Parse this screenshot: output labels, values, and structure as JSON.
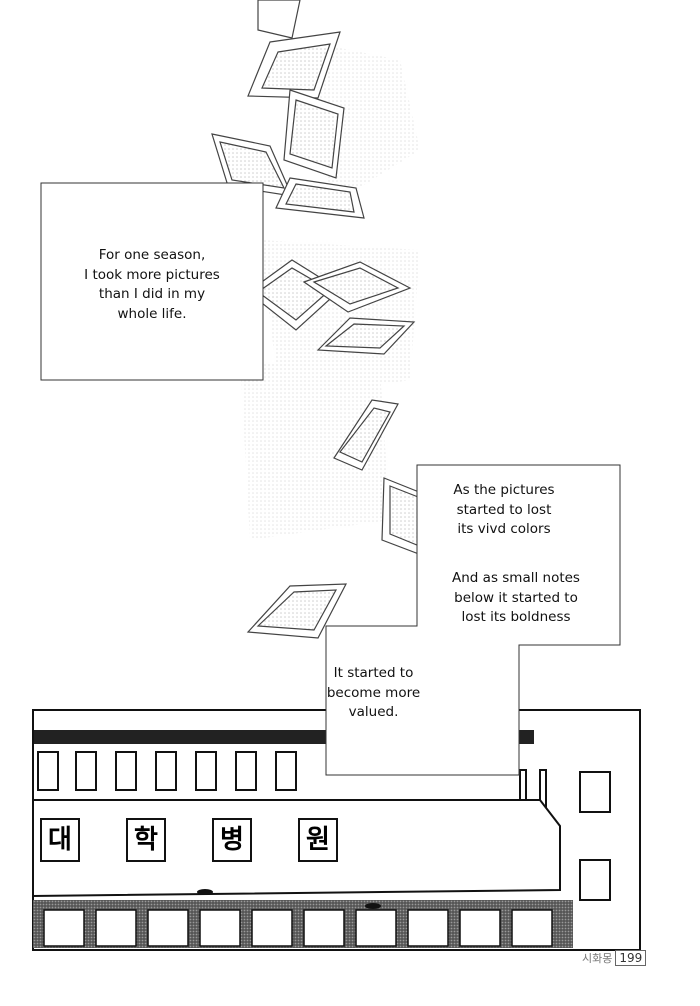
{
  "captions": {
    "first": [
      "For one season,",
      "I took more pictures",
      "than I did in my",
      "whole life."
    ],
    "second": [
      "As the pictures",
      "started to lost",
      "its vivd colors"
    ],
    "third": [
      "And as small notes",
      "below it started to",
      "lost its boldness"
    ],
    "fourth": [
      "It started to",
      "become more",
      "valued."
    ]
  },
  "sign": [
    "대",
    "학",
    "병",
    "원"
  ],
  "footer": {
    "title": "시화몽",
    "page_number": "199"
  }
}
